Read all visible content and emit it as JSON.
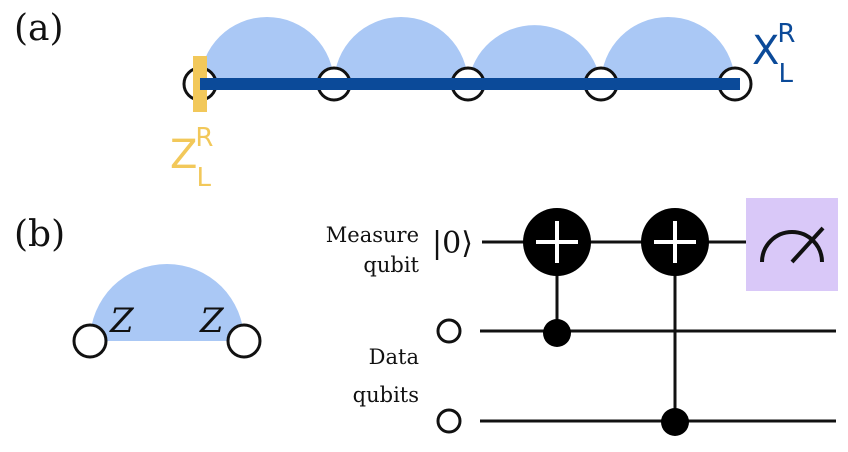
{
  "colors": {
    "stabilizer_fill": "#aac8f5",
    "logical_x": "#0b4a99",
    "logical_z": "#f2c85a",
    "measurement_box": "#d9c8f8",
    "ink": "#111111"
  },
  "panel_a": {
    "label": "(a)",
    "logical_x_label": {
      "main": "X",
      "sub": "L",
      "sup": "R"
    },
    "logical_z_label": {
      "main": "Z",
      "sub": "L",
      "sup": "R"
    },
    "qubit_count": 5,
    "stabilizer_count": 4
  },
  "panel_b": {
    "label": "(b)",
    "stabilizer_ops": [
      "Z",
      "Z"
    ],
    "measure_label_line1": "Measure",
    "measure_label_line2": "qubit",
    "data_label_line1": "Data",
    "data_label_line2": "qubits",
    "initial_state": "|0⟩",
    "gates": [
      "cnot",
      "cnot",
      "measure"
    ],
    "icons": [
      "cnot-target-icon",
      "control-dot-icon",
      "meter-icon"
    ]
  }
}
